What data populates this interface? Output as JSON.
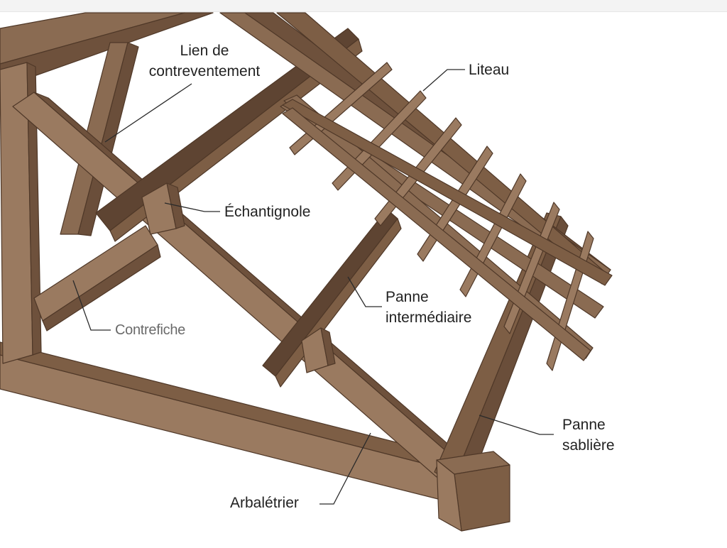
{
  "colors": {
    "wood_face": "#9a7a60",
    "wood_side": "#7d5e45",
    "wood_dark": "#5e4432",
    "wood_edge": "#4f3828",
    "leader": "#2a2a2a",
    "label": "#222222",
    "label_muted": "#6a6a6a"
  },
  "labels": {
    "lien_line1": "Lien de",
    "lien_line2": "contreventement",
    "liteau": "Liteau",
    "echantignole": "Échantignole",
    "contrefiche": "Contrefiche",
    "panne_inter_line1": "Panne",
    "panne_inter_line2": "intermédiaire",
    "panne_sabliere_line1": "Panne",
    "panne_sabliere_line2": "sablière",
    "arbaletrier": "Arbalétrier"
  }
}
